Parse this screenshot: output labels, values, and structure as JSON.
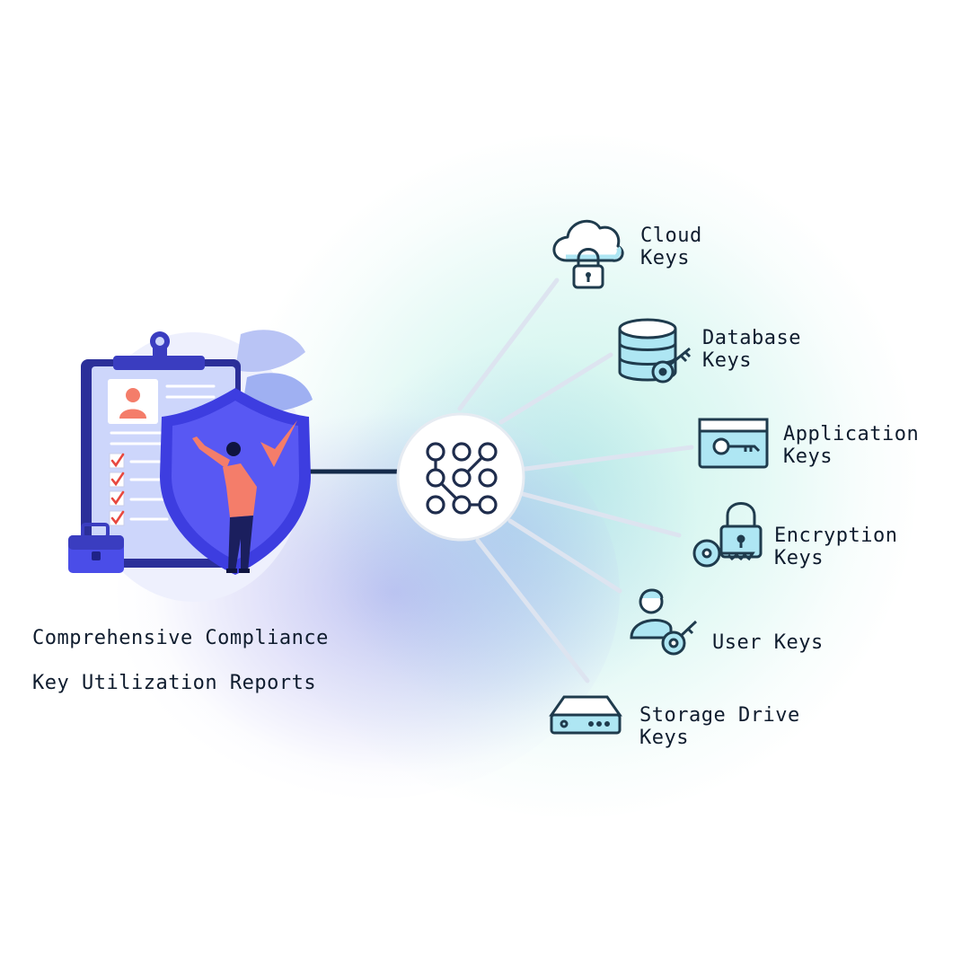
{
  "left_panel": {
    "title_line1": "Comprehensive Compliance",
    "title_line2": "Key Utilization Reports"
  },
  "hub": {
    "icon": "key-network-icon"
  },
  "key_types": [
    {
      "label": "Cloud\nKeys",
      "icon": "cloud-lock-icon"
    },
    {
      "label": "Database\nKeys",
      "icon": "database-key-icon"
    },
    {
      "label": "Application\nKeys",
      "icon": "app-window-key-icon"
    },
    {
      "label": "Encryption\nKeys",
      "icon": "padlock-key-icon"
    },
    {
      "label": "User Keys",
      "icon": "user-key-icon"
    },
    {
      "label": "Storage Drive\nKeys",
      "icon": "storage-drive-icon"
    }
  ],
  "colors": {
    "icon_stroke": "#1f3b4d",
    "icon_fill": "#aee6f3",
    "connector": "#dde4f0",
    "hub_link": "#142a4a",
    "shield": "#4f4ff0",
    "accent_red": "#f47d6a"
  }
}
